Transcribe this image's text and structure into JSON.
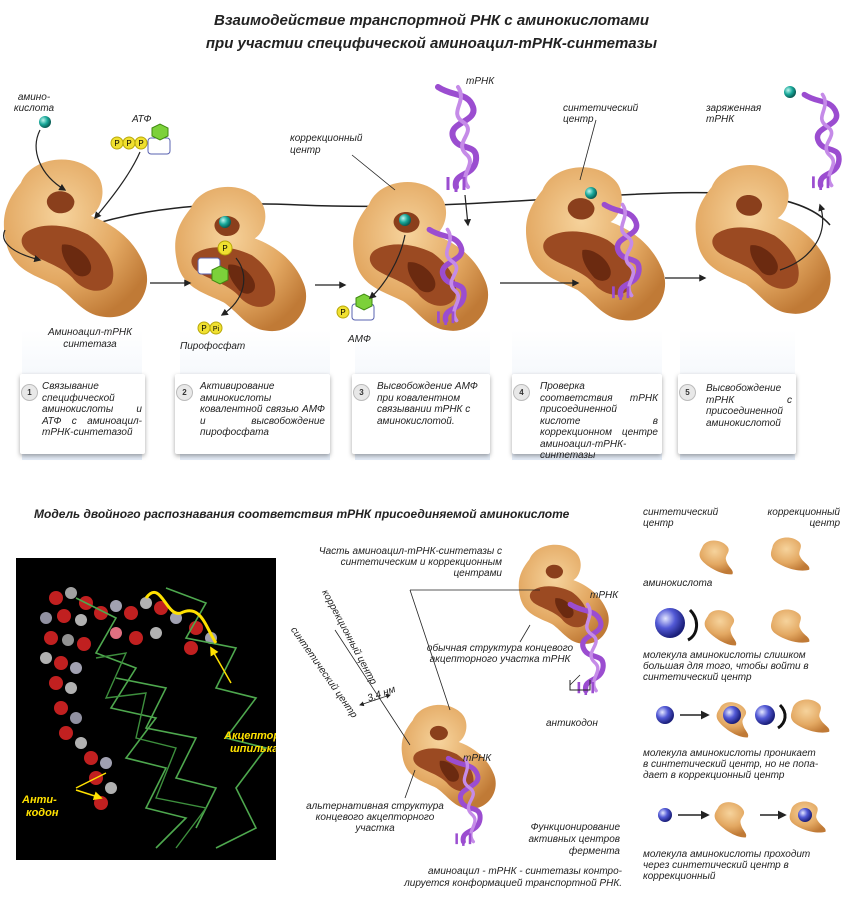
{
  "title": {
    "line1": "Взаимодействие транспортной РНК с аминокислотами",
    "line2": "при участии специфической аминоацил-тРНК-синтетазы"
  },
  "top_labels": {
    "amino_acid_1": "амино-",
    "amino_acid_2": "кислота",
    "atp": "АТФ",
    "correction_1": "коррекционный",
    "correction_2": "центр",
    "trna": "тРНК",
    "synthetic_1": "синтетический",
    "synthetic_2": "центр",
    "charged_1": "заряженная",
    "charged_2": "тРНК",
    "synthetase_1": "Аминоацил-тРНК",
    "synthetase_2": "синтетаза",
    "pyrophosphate": "Пирофосфат",
    "amp": "АМФ",
    "p": "P",
    "pi": "Pi"
  },
  "steps": [
    {
      "num": "1",
      "text": "Связывание специфической аминокислоты и АТФ с аминоацил-тРНК-синтетазой"
    },
    {
      "num": "2",
      "text": "Активирование аминокислоты ковалентной связью АМФ и высвобождение пирофосфата"
    },
    {
      "num": "3",
      "text": "Высвобождение АМФ при ковалентном связывании тРНК с аминокислотой."
    },
    {
      "num": "4",
      "text": "Проверка соответствия тРНК присоединенной кислоте в коррекционном центре аминоацил-тРНК-синтетазы"
    },
    {
      "num": "5",
      "text": "Высвобождение тРНК с присоединенной аминокислотой"
    }
  ],
  "model": {
    "title": "Модель двойного распознавания соответствия тРНК присоединяемой аминокислоте",
    "part_label": "Часть аминоацил-тРНК-синтетазы с синтетическим и коррекционным центрами",
    "correction_center": "коррекционный центр",
    "synthetic_center": "синтетический центр",
    "distance": "3,4 нм",
    "trna_1": "тРНК",
    "trna_2": "тРНК",
    "normal_structure": "обычная структура концевого акцепторного участка тРНК",
    "anticodon": "антикодон",
    "alt_structure": "альтернативная структура концевого акцепторного участка",
    "function_title_1": "Функционирование",
    "function_title_2": "активных центров",
    "function_title_3": "фермента",
    "function_text_1": "аминоацил - тРНК - синтетазы контро-",
    "function_text_2": "лируется конформацией транспортной РНК."
  },
  "photo": {
    "acceptor_1": "Акцепторная",
    "acceptor_2": "шпилька",
    "anticodon_1": "Анти-",
    "anticodon_2": "кодон"
  },
  "right_panel": {
    "synthetic_1": "синтетический",
    "synthetic_2": "центр",
    "correction_1": "коррекционный",
    "correction_2": "центр",
    "amino_acid": "аминокислота",
    "case1_1": "молекула аминокислоты слишком",
    "case1_2": "большая для того, чтобы войти в",
    "case1_3": "синтетический центр",
    "case2_1": "молекула аминокислоты проникает",
    "case2_2": "в синтетический центр, но не попа-",
    "case2_3": "дает в коррекционный центр",
    "case3_1": "молекула аминокислоты проходит",
    "case3_2": "через синтетический центр в",
    "case3_3": "коррекционный"
  },
  "colors": {
    "enzyme": "#e0a35e",
    "enzyme_dark": "#8a3f1c",
    "trna": "#9b4dd0",
    "amino": "#1aa79a",
    "atp_yellow": "#f0e030",
    "atp_green": "#7cd13a",
    "sphere": "#3a40c0",
    "arrow": "#222222"
  }
}
